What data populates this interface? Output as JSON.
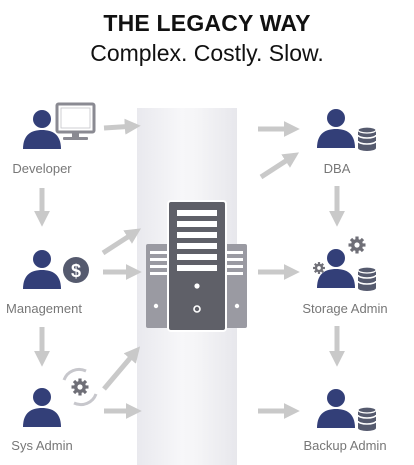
{
  "title": "THE LEGACY WAY",
  "subtitle": "Complex. Costly. Slow.",
  "roles": {
    "developer": "Developer",
    "management": "Management",
    "sys_admin": "Sys Admin",
    "dba": "DBA",
    "storage_admin": "Storage Admin",
    "backup_admin": "Backup Admin"
  },
  "icons": {
    "person": "person-icon",
    "monitor": "monitor-icon",
    "dollar": "dollar-coin-icon",
    "gear_cycle": "gear-cycle-icon",
    "database": "database-icon",
    "gears": "gears-icon",
    "server": "server-stack-icon"
  },
  "colors": {
    "person": "#333f78",
    "arrow": "#c9c9c9",
    "server_dark": "#5f6068",
    "server_light": "#9a9aa2",
    "label": "#777777",
    "band": "#efeff3"
  }
}
